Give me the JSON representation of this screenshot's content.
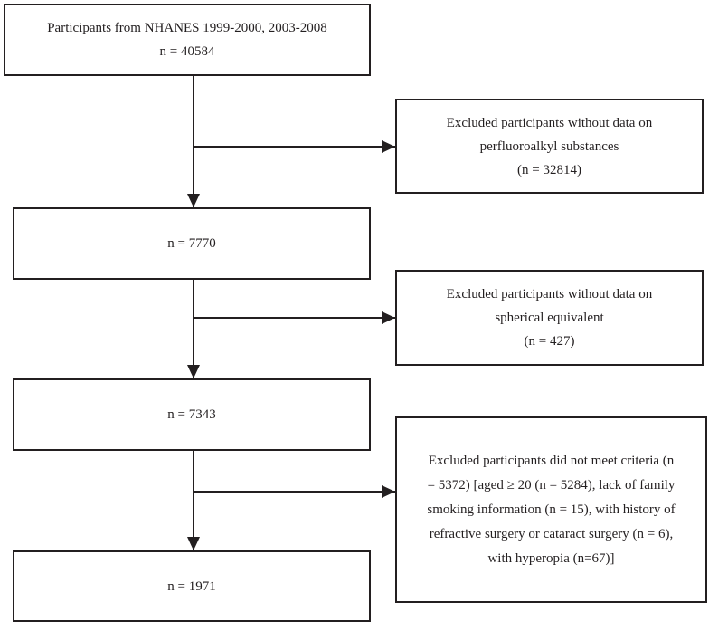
{
  "flowchart": {
    "start": {
      "line1": "Participants from NHANES 1999-2000, 2003-2008",
      "line2": "n = 40584"
    },
    "step1": {
      "count": "n = 7770"
    },
    "step2": {
      "count": "n = 7343"
    },
    "step3": {
      "count": "n = 1971"
    },
    "exclusion1": {
      "line1": "Excluded participants without data on",
      "line2": "perfluoroalkyl substances",
      "line3": "(n = 32814)"
    },
    "exclusion2": {
      "line1": "Excluded participants without data on",
      "line2": "spherical equivalent",
      "line3": "(n = 427)"
    },
    "exclusion3": {
      "line1": "Excluded participants did not meet criteria (n",
      "line2": "= 5372) [aged ≥ 20 (n = 5284), lack of family",
      "line3": "smoking information (n = 15), with history of",
      "line4": "refractive surgery or cataract surgery (n = 6),",
      "line5": "with hyperopia (n=67)]"
    }
  },
  "colors": {
    "stroke": "#231f20",
    "background": "#ffffff"
  }
}
